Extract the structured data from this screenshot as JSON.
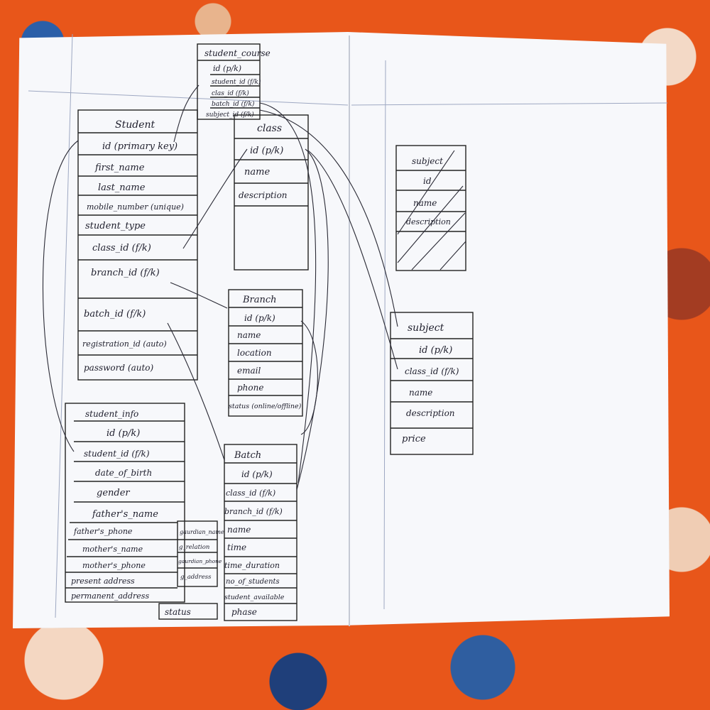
{
  "student_course": {
    "title": "student_course",
    "fields": [
      "id (p/k)",
      "student_id (f/k)",
      "clas_id (f/k)",
      "batch_id (f/k)",
      "subject_id (f/k)"
    ]
  },
  "student": {
    "title": "Student",
    "fields": [
      "id (primary key)",
      "first_name",
      "last_name",
      "mobile_number (unique)",
      "student_type",
      "class_id (f/k)",
      "branch_id (f/k)",
      "batch_id (f/k)",
      "registration_id (auto)",
      "password (auto)"
    ]
  },
  "class": {
    "title": "class",
    "fields": [
      "id (p/k)",
      "name",
      "description"
    ]
  },
  "subject_crossed": {
    "title": "subject",
    "fields": [
      "id",
      "name",
      "description"
    ]
  },
  "branch": {
    "title": "Branch",
    "fields": [
      "id (p/k)",
      "name",
      "location",
      "email",
      "phone",
      "status (online/offline)"
    ]
  },
  "subject": {
    "title": "subject",
    "fields": [
      "id (p/k)",
      "class_id (f/k)",
      "name",
      "description",
      "price"
    ]
  },
  "student_info": {
    "title": "student_info",
    "fields": [
      "id (p/k)",
      "student_id (f/k)",
      "date_of_birth",
      "gender",
      "father's_name",
      "father's_phone",
      "mother's_name",
      "mother's_phone",
      "present address",
      "permanent_address"
    ],
    "side_fields": [
      "gaurdian_name",
      "g_relation",
      "gaurdian_phone",
      "g_address"
    ],
    "footer": "status"
  },
  "batch": {
    "title": "Batch",
    "fields": [
      "id (p/k)",
      "class_id (f/k)",
      "branch_id (f/k)",
      "name",
      "time",
      "time_duration",
      "no_of_students",
      "student_available",
      "phase"
    ]
  }
}
